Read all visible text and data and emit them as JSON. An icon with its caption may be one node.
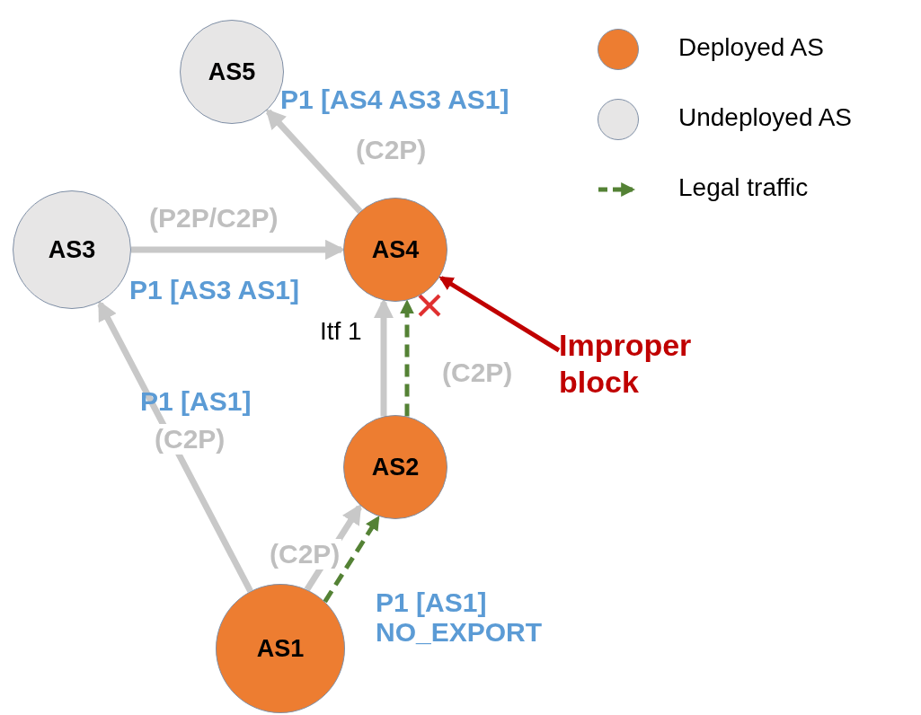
{
  "diagram": {
    "nodes": [
      {
        "text": [
          "AS5"
        ]
      },
      {
        "text": [
          "AS3"
        ]
      },
      {
        "text": [
          "AS4"
        ]
      },
      {
        "text": [
          "AS2"
        ]
      },
      {
        "text": [
          "AS1"
        ]
      },
      {
        "text": [
          "Improper block"
        ]
      }
    ],
    "edges": [
      {
        "from": 2,
        "to": 0,
        "arrow": "to",
        "label": "(C2P)"
      },
      {
        "from": 1,
        "to": 2,
        "arrow": "to",
        "label": "(P2P/C2P)"
      },
      {
        "from": 4,
        "to": 1,
        "arrow": "to",
        "label": "(C2P)"
      },
      {
        "from": 3,
        "to": 2,
        "arrow": "to",
        "label": "(C2P)"
      },
      {
        "from": 3,
        "to": 2,
        "arrow": "to",
        "style": "dashed",
        "color": "#548235"
      },
      {
        "from": 4,
        "to": 3,
        "arrow": "to",
        "label": "(C2P)"
      },
      {
        "from": 4,
        "to": 3,
        "arrow": "to",
        "style": "dashed",
        "color": "#548235"
      },
      {
        "from": 5,
        "to": 2,
        "arrow": "to",
        "color": "#c00000"
      }
    ],
    "labels": [
      "P1 [AS4 AS3 AS1]",
      "P1 [AS3 AS1]",
      "Itf 1",
      "P1 [AS1]",
      "P1 [AS1] NO_EXPORT"
    ],
    "legend": [
      {
        "text": "Deployed AS",
        "color": "#ed7d31"
      },
      {
        "text": "Undeployed AS",
        "color": "#e7e6e6"
      },
      {
        "text": "Legal traffic"
      }
    ]
  }
}
